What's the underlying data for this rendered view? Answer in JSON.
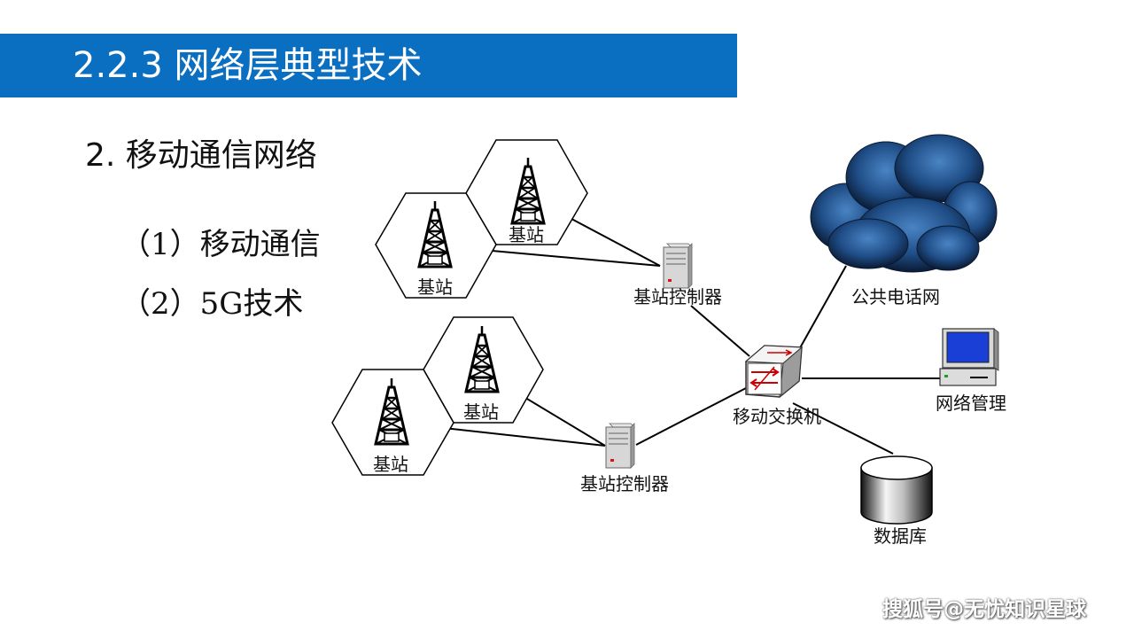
{
  "header": {
    "title": "2.2.3 网络层典型技术"
  },
  "content": {
    "heading": "2. 移动通信网络",
    "items": [
      {
        "label": "（1）移动通信"
      },
      {
        "label": "（2）5G技术"
      }
    ]
  },
  "diagram": {
    "base_station_label": "基站",
    "controller_label": "基站控制器",
    "switch_label": "移动交换机",
    "pstn_label": "公共电话网",
    "management_label": "网络管理",
    "database_label": "数据库"
  },
  "colors": {
    "title_bar": "#0b6fc1",
    "title_text": "#ffffff",
    "body_text": "#111111",
    "cloud": "#1e3c66",
    "monitor_screen": "#1a3fd6"
  },
  "icons": {
    "tower": "radio-tower-icon",
    "controller": "server-icon",
    "switch": "network-switch-icon",
    "cloud": "cloud-icon",
    "computer": "computer-icon",
    "database": "database-icon"
  },
  "watermark": "搜狐号@无忧知识星球"
}
